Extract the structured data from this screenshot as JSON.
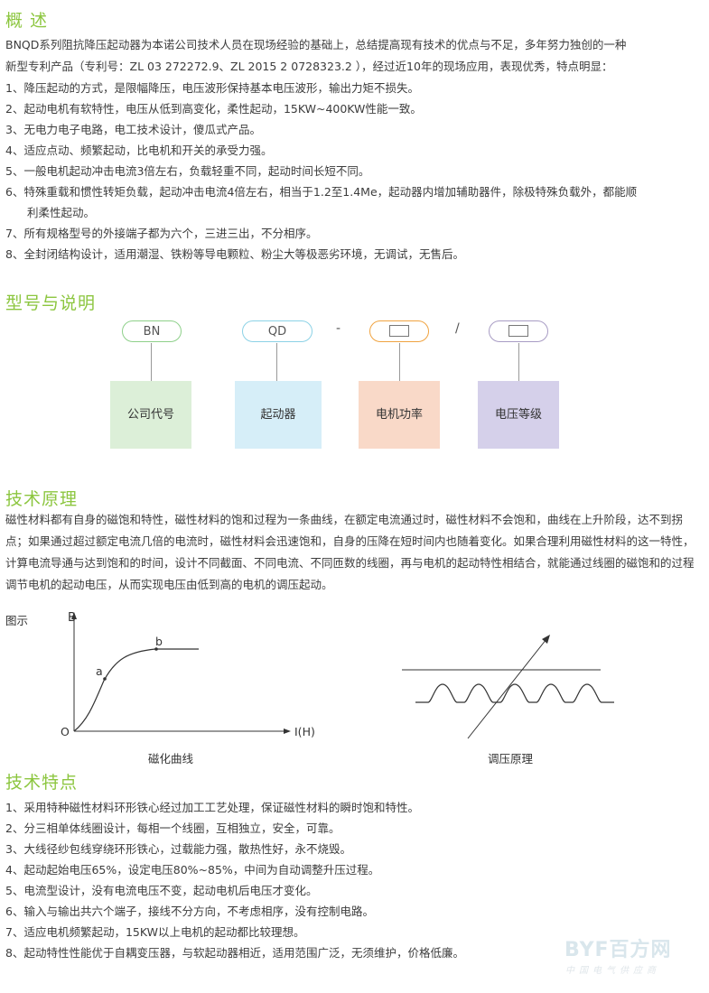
{
  "overview": {
    "title": "概 述",
    "intro_line1": "BNQD系列阻抗降压起动器为本诺公司技术人员在现场经验的基础上，总结提高现有技术的优点与不足，多年努力独创的一种",
    "intro_line2": "新型专利产品（专利号：ZL 03 272272.9、ZL 2015 2 0728323.2 ），经过近10年的现场应用，表现优秀，特点明显：",
    "items": [
      "1、降压起动的方式，是限幅降压，电压波形保持基本电压波形，输出力矩不损失。",
      "2、起动电机有软特性，电压从低到高变化，柔性起动，15KW~400KW性能一致。",
      "3、无电力电子电路，电工技术设计，傻瓜式产品。",
      "4、适应点动、频繁起动，比电机和开关的承受力强。",
      "5、一般电机起动冲击电流3倍左右，负载轻重不同，起动时间长短不同。",
      "6、特殊重载和惯性转矩负载，起动冲击电流4倍左右，相当于1.2至1.4Me，起动器内增加辅助器件，除极特殊负载外，都能顺",
      "利柔性起动。",
      "7、所有规格型号的外接端子都为六个，三进三出，不分相序。",
      "8、全封闭结构设计，适用潮湿、铁粉等导电颗粒、粉尘大等极恶劣环境，无调试，无售后。"
    ]
  },
  "model": {
    "title": "型号与说明",
    "codes": [
      "BN",
      "QD",
      "",
      ""
    ],
    "separators": [
      "-",
      "/"
    ],
    "cards": [
      "公司代号",
      "起动器",
      "电机功率",
      "电压等级"
    ],
    "colors": {
      "pill_green": "#8ed08a",
      "pill_blue": "#8cd2e6",
      "pill_orange": "#f0a340",
      "pill_purple": "#a89cc4",
      "card_green": "#dcefd8",
      "card_blue": "#d6eef8",
      "card_orange": "#f9d9c8",
      "card_purple": "#d5d0ea"
    }
  },
  "principle": {
    "title": "技术原理",
    "paragraph": "磁性材料都有自身的磁饱和特性，磁性材料的饱和过程为一条曲线，在额定电流通过时，磁性材料不会饱和，曲线在上升阶段，达不到拐点；如果通过超过额定电流几倍的电流时，磁性材料会迅速饱和，自身的压降在短时间内也随着变化。如果合理利用磁性材料的这一特性，计算电流导通与达到饱和的时间，设计不同截面、不同电流、不同匝数的线圈，再与电机的起动特性相结合，就能通过线圈的磁饱和的过程调节电机的起动电压，从而实现电压由低到高的电机的调压起动。",
    "figure_label": "图示",
    "axis_y": "B",
    "axis_x": "I(H)",
    "origin": "O",
    "point_a": "a",
    "point_b": "b",
    "caption_left": "磁化曲线",
    "caption_right": "调压原理"
  },
  "features": {
    "title": "技术特点",
    "items": [
      "1、采用特种磁性材料环形铁心经过加工工艺处理，保证磁性材料的瞬时饱和特性。",
      "2、分三相单体线圈设计，每相一个线圈，互相独立，安全，可靠。",
      "3、大线径纱包线穿绕环形铁心，过载能力强，散热性好，永不烧毁。",
      "4、起动起始电压65%，设定电压80%~85%，中间为自动调整升压过程。",
      "5、电流型设计，没有电流电压不变，起动电机后电压才变化。",
      "6、输入与输出共六个端子，接线不分方向，不考虑相序，没有控制电路。",
      "7、适应电机频繁起动，15KW以上电机的起动都比较理想。",
      "8、起动特性性能优于自耦变压器，与软起动器相近，适用范围广泛，无须维护，价格低廉。"
    ]
  },
  "watermark": {
    "brand": "BYF百方网",
    "tagline": "中国电气供应商"
  },
  "accent_color": "#8cc63f"
}
